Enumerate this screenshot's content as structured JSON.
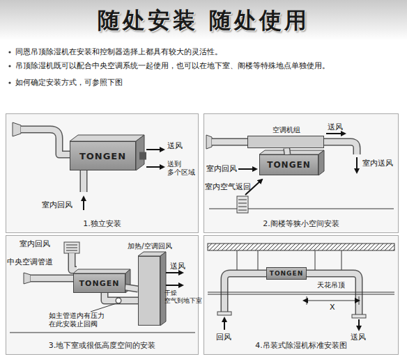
{
  "diagram": {
    "title": "随处安装 随处使用",
    "nodes": [
      {
        "text": [
          "1.独立安装"
        ]
      },
      {
        "text": [
          "TONGEN"
        ],
        "in": 0
      },
      {
        "text": [
          "2.阁楼等狭小空间安装"
        ]
      },
      {
        "text": [
          "空调机组"
        ],
        "in": 2
      },
      {
        "text": [
          "TONGEN"
        ],
        "in": 2
      },
      {
        "text": [
          "3.地下室或很低高度空间的安装"
        ]
      },
      {
        "text": [
          "TONGEN"
        ],
        "in": 5
      },
      {
        "text": [
          "加热/空调回风"
        ],
        "in": 5
      },
      {
        "text": [
          "4.吊装式除湿机标准安装图"
        ]
      },
      {
        "text": [
          "TONGEN"
        ],
        "in": 8
      }
    ],
    "edges": [
      {
        "from": 4,
        "to": 3,
        "arrow": "none"
      },
      {
        "from": 6,
        "to": 7,
        "arrow": "none"
      }
    ],
    "labels": [
      "同恩吊顶除湿机在安装和控制器选择上都具有较大的灵活性。",
      "吊顶除湿机既可以配合中央空调系统一起使用，也可以在地下室、阁楼等特殊地点单独使用。",
      "如何确定安装方式，可参照下图",
      "送风",
      "送到 多个区域",
      "室内回风",
      "送风",
      "室内回风",
      "室内送风",
      "室内空气返回",
      "室内回风",
      "中央空调管道",
      "送风",
      "干燥 空气到地下室",
      "如主管道内有压力 在此安装止回阀",
      "天花吊顶",
      "回风",
      "X",
      "送风"
    ]
  }
}
